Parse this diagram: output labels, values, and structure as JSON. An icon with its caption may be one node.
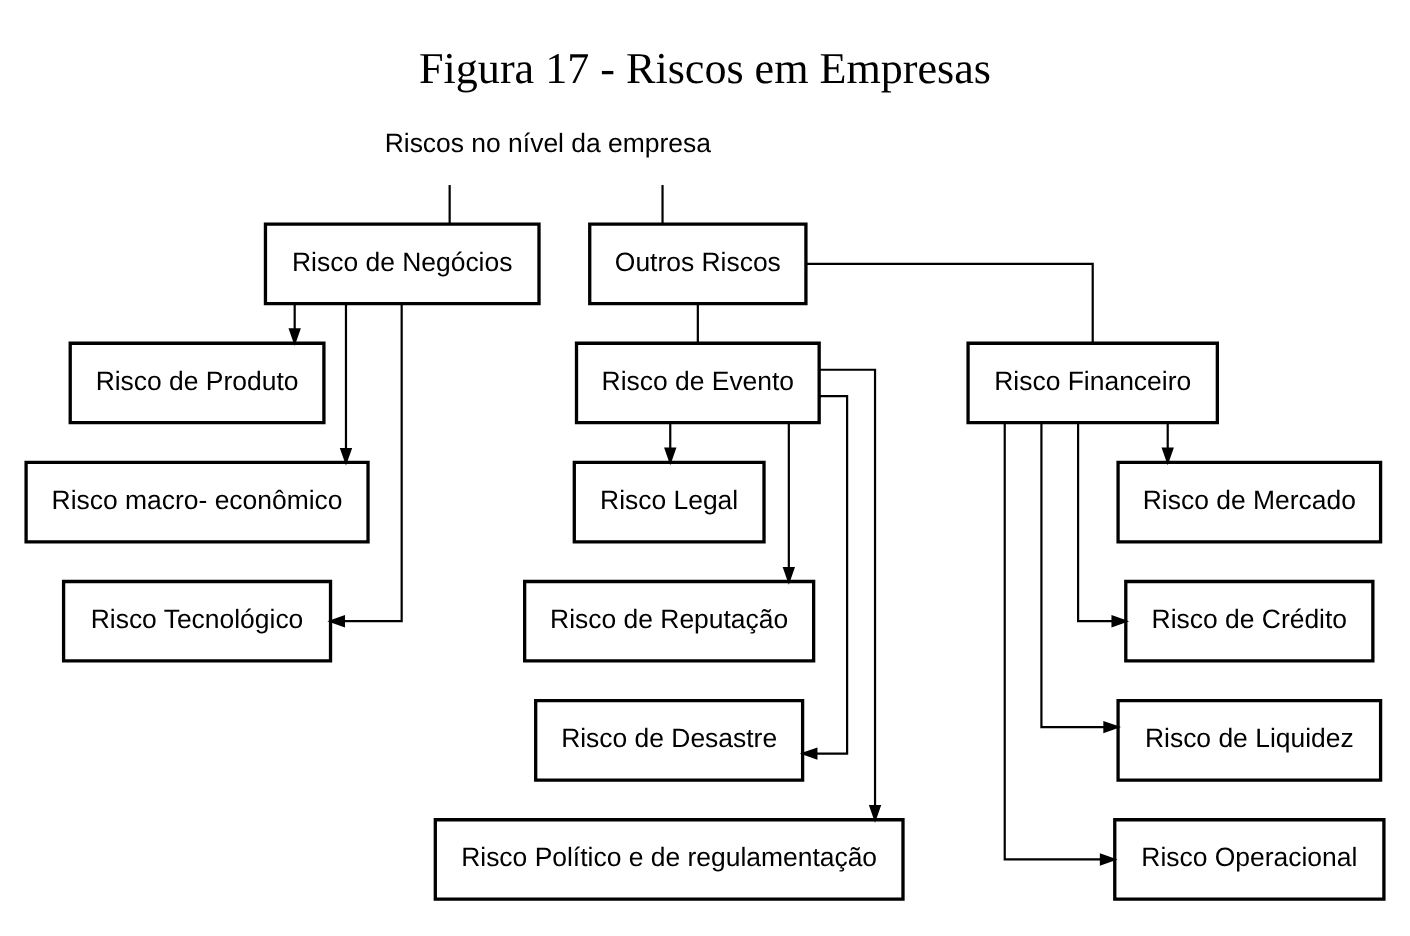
{
  "diagram": {
    "title": "Figura 17 - Riscos em Empresas",
    "nodes": [
      {
        "text": [
          "Riscos no nível da empresa"
        ]
      },
      {
        "text": [
          "Risco de Negócios"
        ]
      },
      {
        "text": [
          "Outros Riscos"
        ]
      },
      {
        "text": [
          "Risco de Produto"
        ]
      },
      {
        "text": [
          "Risco macro- econômico"
        ]
      },
      {
        "text": [
          "Risco Tecnológico"
        ]
      },
      {
        "text": [
          "Risco de Evento"
        ]
      },
      {
        "text": [
          "Risco Financeiro"
        ]
      },
      {
        "text": [
          "Risco Legal"
        ]
      },
      {
        "text": [
          "Risco de Reputação"
        ]
      },
      {
        "text": [
          "Risco de Desastre"
        ]
      },
      {
        "text": [
          "Risco Político e de regulamentação"
        ]
      },
      {
        "text": [
          "Risco de Mercado"
        ]
      },
      {
        "text": [
          "Risco de Crédito"
        ]
      },
      {
        "text": [
          "Risco de Liquidez"
        ]
      },
      {
        "text": [
          "Risco Operacional"
        ]
      }
    ],
    "edges": [
      {
        "from": 0,
        "to": 1,
        "arrow": "none"
      },
      {
        "from": 0,
        "to": 2,
        "arrow": "none"
      },
      {
        "from": 1,
        "to": 3,
        "arrow": "to"
      },
      {
        "from": 1,
        "to": 4,
        "arrow": "to"
      },
      {
        "from": 1,
        "to": 5,
        "arrow": "to"
      },
      {
        "from": 2,
        "to": 6,
        "arrow": "none"
      },
      {
        "from": 2,
        "to": 7,
        "arrow": "none"
      },
      {
        "from": 6,
        "to": 8,
        "arrow": "to"
      },
      {
        "from": 6,
        "to": 9,
        "arrow": "to"
      },
      {
        "from": 6,
        "to": 10,
        "arrow": "to"
      },
      {
        "from": 6,
        "to": 11,
        "arrow": "to"
      },
      {
        "from": 7,
        "to": 12,
        "arrow": "to"
      },
      {
        "from": 7,
        "to": 13,
        "arrow": "to"
      },
      {
        "from": 7,
        "to": 14,
        "arrow": "to"
      },
      {
        "from": 7,
        "to": 15,
        "arrow": "to"
      }
    ]
  }
}
